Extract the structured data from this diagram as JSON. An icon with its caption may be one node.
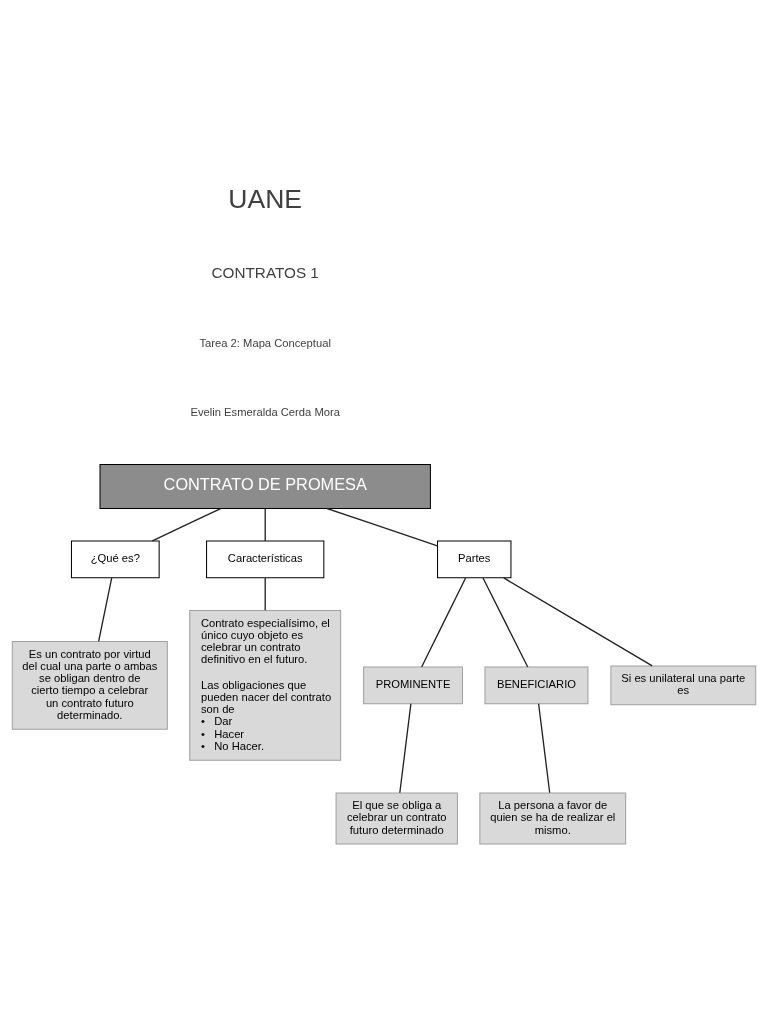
{
  "diagram": {
    "nodes": [
      {
        "text": [
          "CONTRATO DE PROMESA"
        ]
      },
      {
        "text": [
          "¿Qué es?"
        ]
      },
      {
        "text": [
          "Características"
        ]
      },
      {
        "text": [
          "Partes"
        ]
      },
      {
        "text": [
          "Es un contrato por virtud del cual una parte o ambas se obligan dentro de cierto tiempo a celebrar un contrato futuro determinado."
        ]
      },
      {
        "text": [
          "Contrato especialísimo, el único cuyo objeto es celebrar un contrato definitivo en el futuro.",
          "Las obligaciones que pueden nacer del contrato son de",
          "•   Dar",
          "•   Hacer",
          "•   No Hacer."
        ]
      },
      {
        "text": [
          "PROMINENTE"
        ]
      },
      {
        "text": [
          "BENEFICIARIO"
        ]
      },
      {
        "text": [
          "El que se obliga a celebrar un contrato futuro determinado"
        ]
      },
      {
        "text": [
          "La persona a favor de quien se ha de realizar el mismo."
        ]
      },
      {
        "text": [
          "Si es unilateral una parte es"
        ]
      }
    ],
    "edges": [
      {
        "from": 0,
        "to": 1,
        "arrow": "none"
      },
      {
        "from": 0,
        "to": 2,
        "arrow": "none"
      },
      {
        "from": 0,
        "to": 3,
        "arrow": "none"
      },
      {
        "from": 1,
        "to": 4,
        "arrow": "none"
      },
      {
        "from": 2,
        "to": 5,
        "arrow": "none"
      },
      {
        "from": 3,
        "to": 6,
        "arrow": "none"
      },
      {
        "from": 3,
        "to": 10,
        "arrow": "none"
      },
      {
        "from": 3,
        "to": 7,
        "arrow": "none"
      },
      {
        "from": 6,
        "to": 8,
        "arrow": "none"
      },
      {
        "from": 7,
        "to": 9,
        "arrow": "none"
      }
    ],
    "labels": [
      "UANE",
      "CONTRATOS 1",
      "Tarea 2: Mapa Conceptual",
      "Evelin Esmeralda Cerda Mora"
    ]
  }
}
